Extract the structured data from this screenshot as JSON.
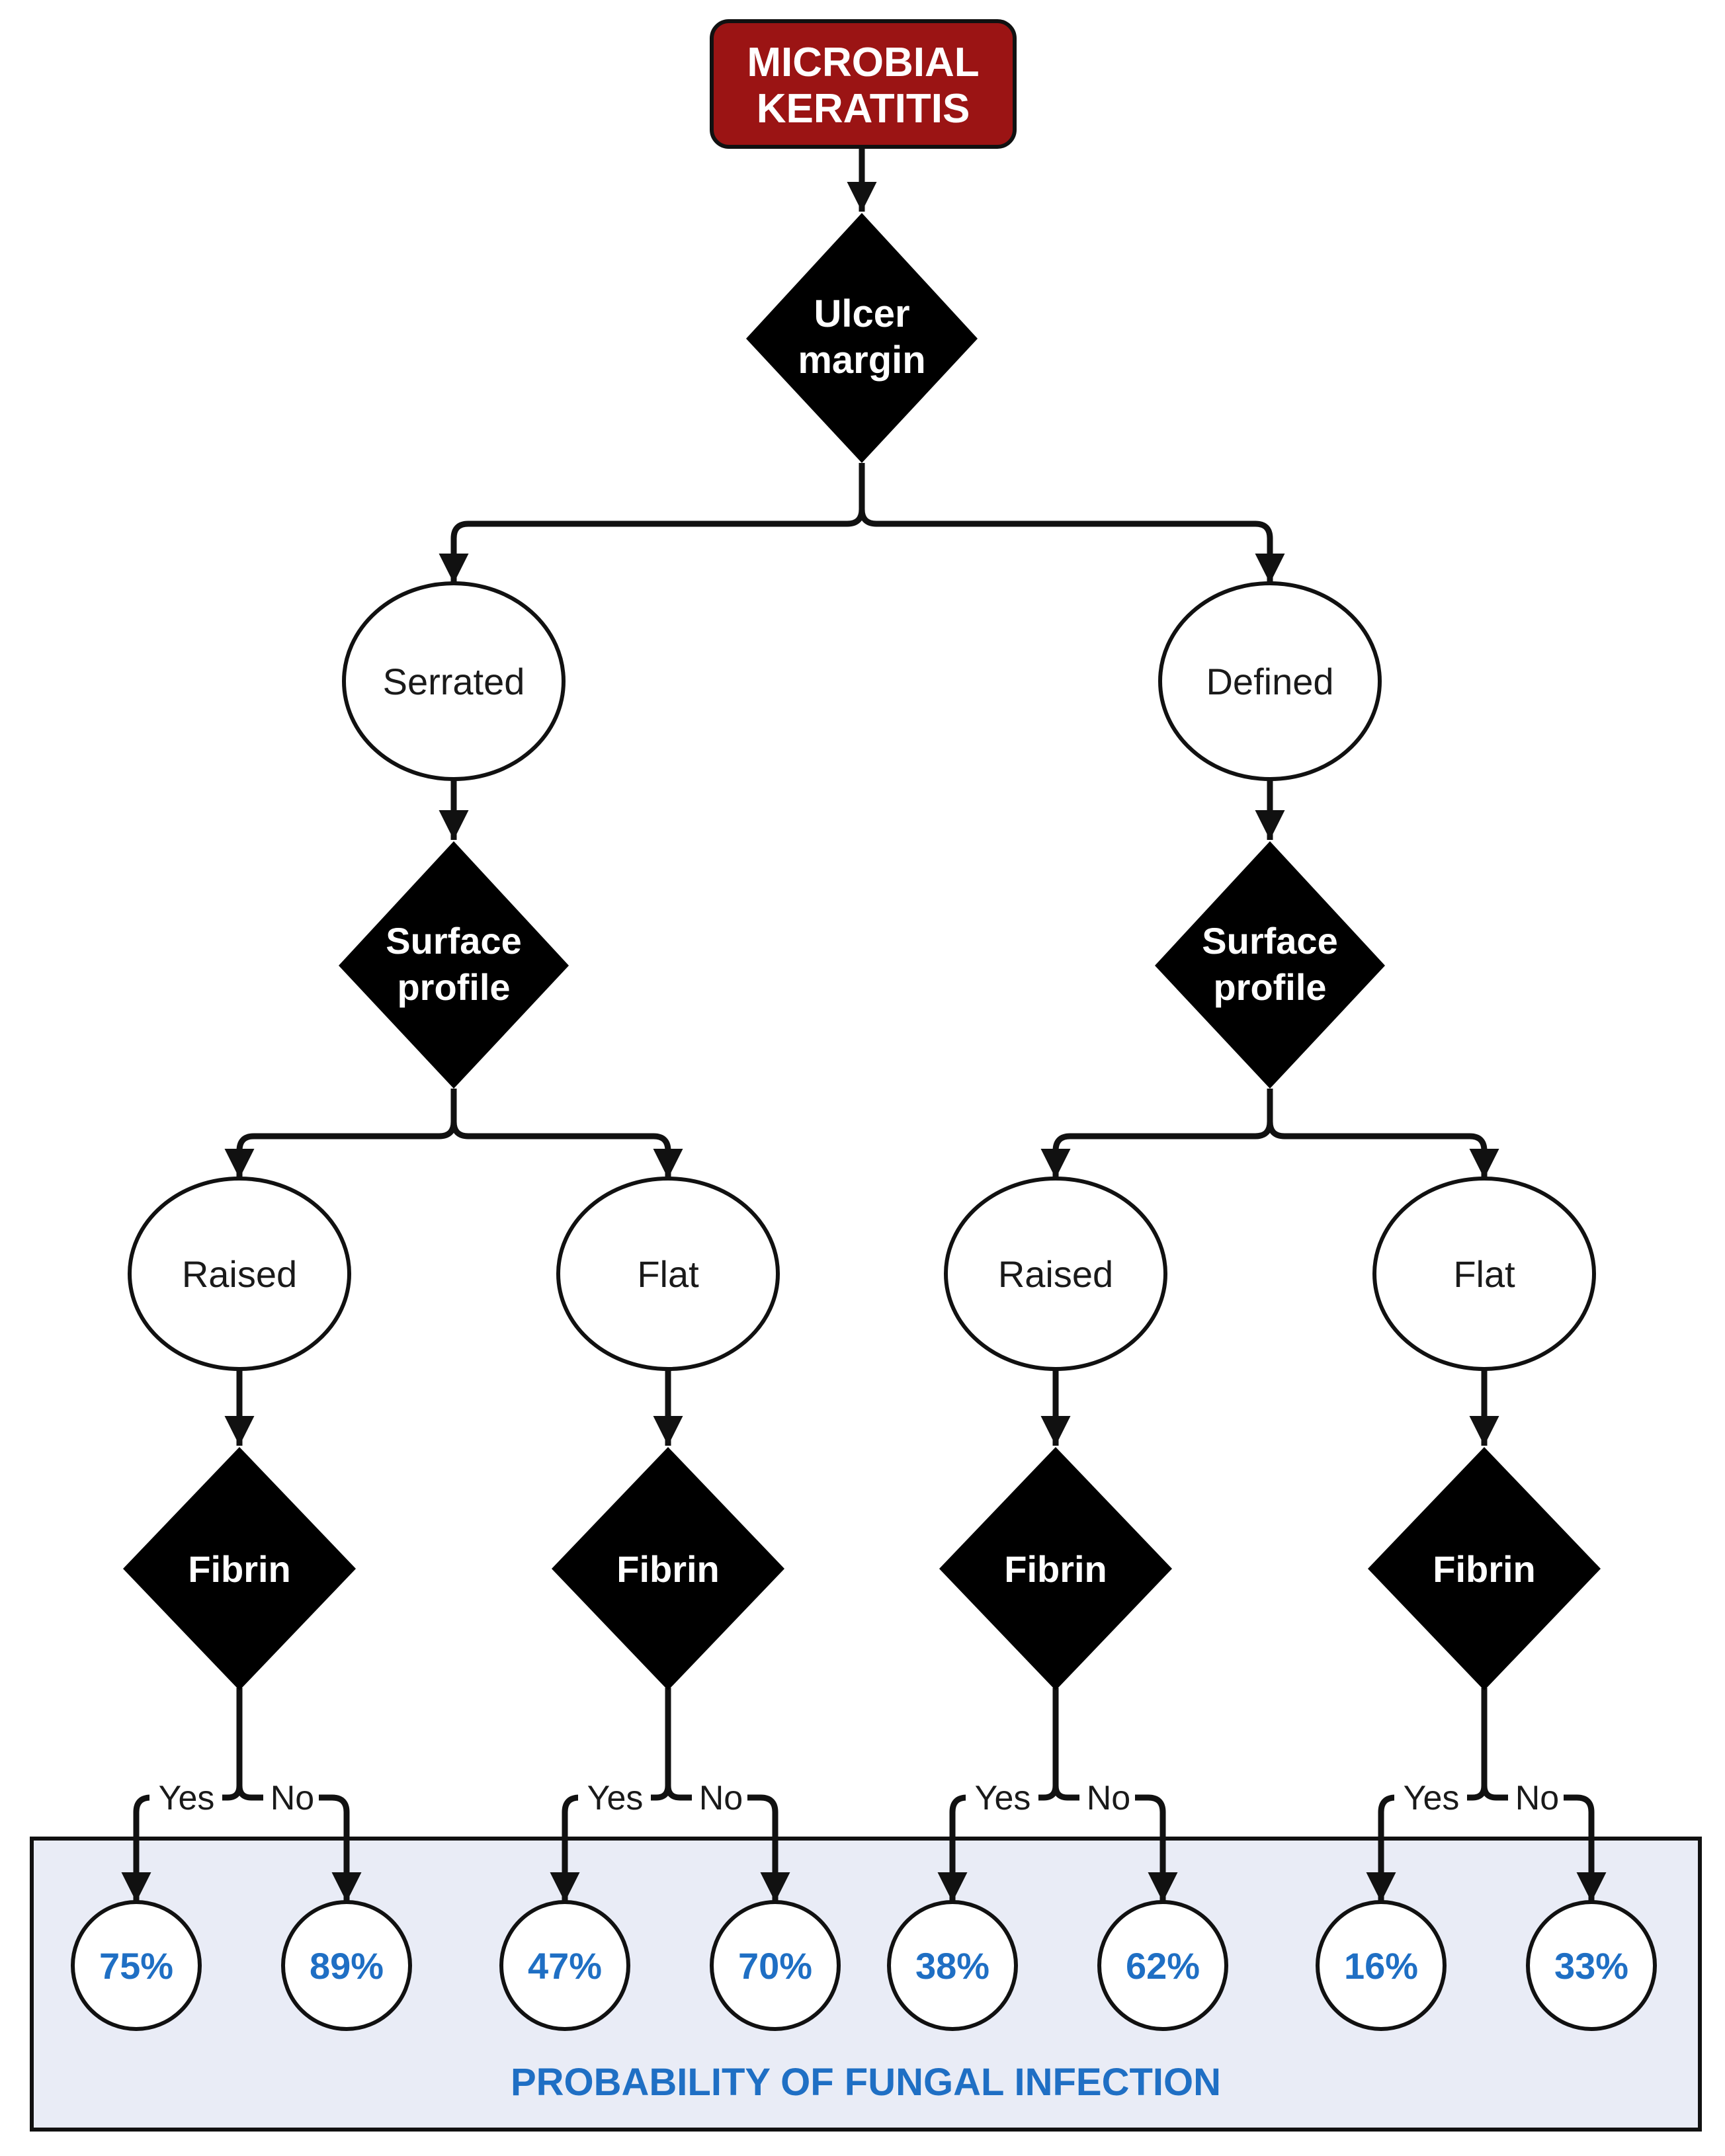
{
  "root": {
    "line1": "MICROBIAL",
    "line2": "KERATITIS",
    "color": "#9b1414"
  },
  "ulcer_margin": {
    "line1": "Ulcer",
    "line2": "margin"
  },
  "margin_options": {
    "serrated": "Serrated",
    "defined": "Defined"
  },
  "surface_profile": {
    "line1": "Surface",
    "line2": "profile"
  },
  "surface_options": {
    "raised": "Raised",
    "flat": "Flat"
  },
  "fibrin_label": "Fibrin",
  "branch_labels": {
    "yes": "Yes",
    "no": "No"
  },
  "results": {
    "serrated_raised_yes": "75%",
    "serrated_raised_no": "89%",
    "serrated_flat_yes": "47%",
    "serrated_flat_no": "70%",
    "defined_raised_yes": "38%",
    "defined_raised_no": "62%",
    "defined_flat_yes": "16%",
    "defined_flat_no": "33%"
  },
  "footer": "PROBABILITY OF FUNGAL INFECTION",
  "colors": {
    "result_text": "#1f6fc4",
    "panel_bg": "#e9ecf6",
    "node_fill": "#000000"
  }
}
